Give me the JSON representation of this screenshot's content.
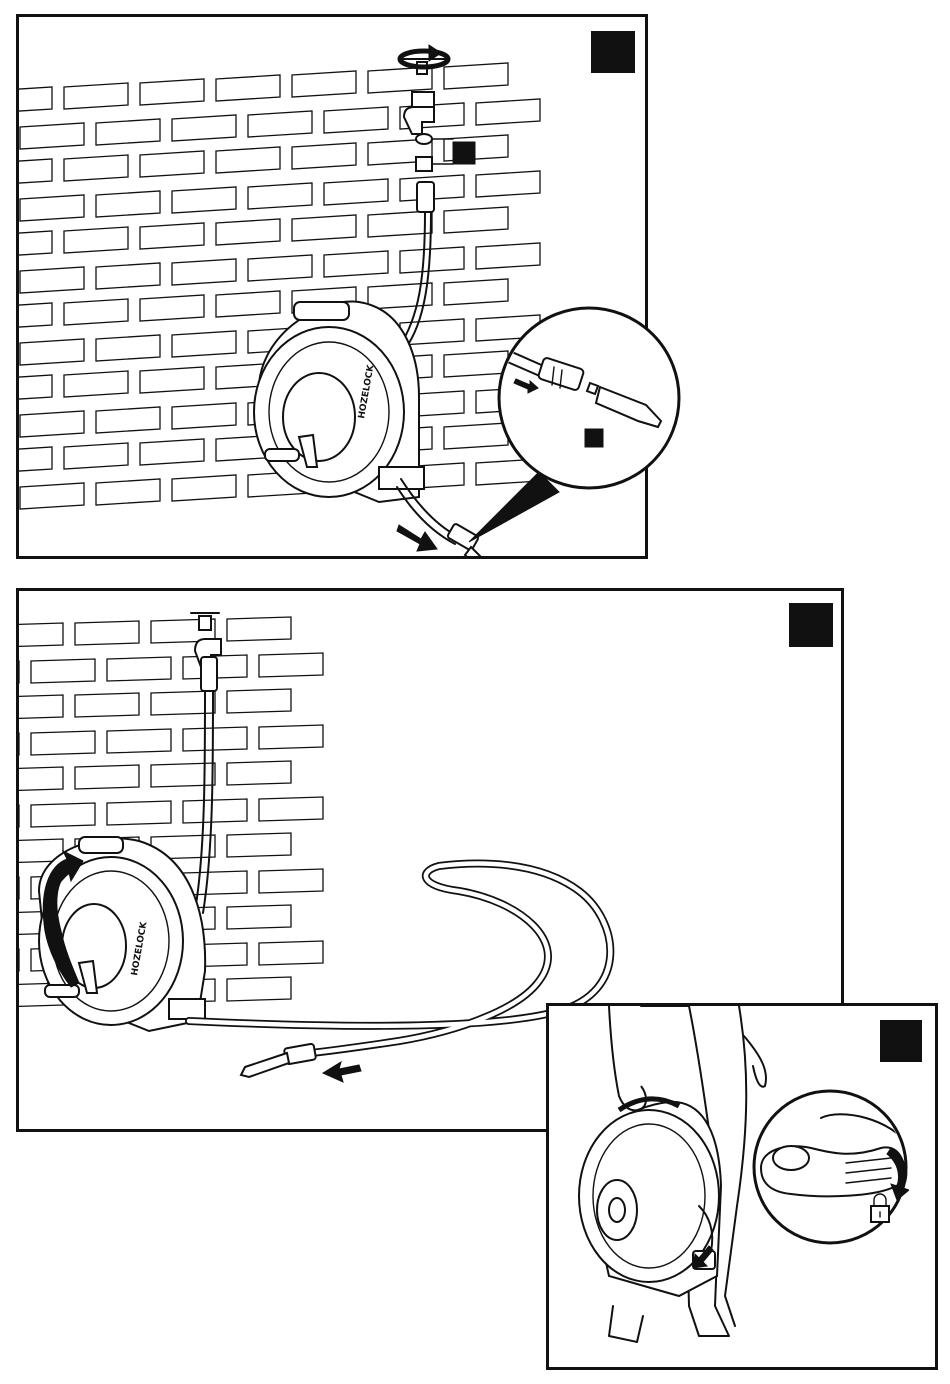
{
  "brand_logo_text": "HOZELOCK",
  "panels": [
    {
      "id": "wall-mount-connect",
      "step_label": ""
    },
    {
      "id": "pull-out-hose",
      "step_label": ""
    },
    {
      "id": "carry-and-lock",
      "step_label": ""
    }
  ],
  "callouts": {
    "adapter_tag": "",
    "nozzle_detail_tag": ""
  },
  "icons": {
    "rotate_tap": "circular-arrow-icon",
    "lock": "padlock-icon",
    "direction": "arrow-icon"
  }
}
